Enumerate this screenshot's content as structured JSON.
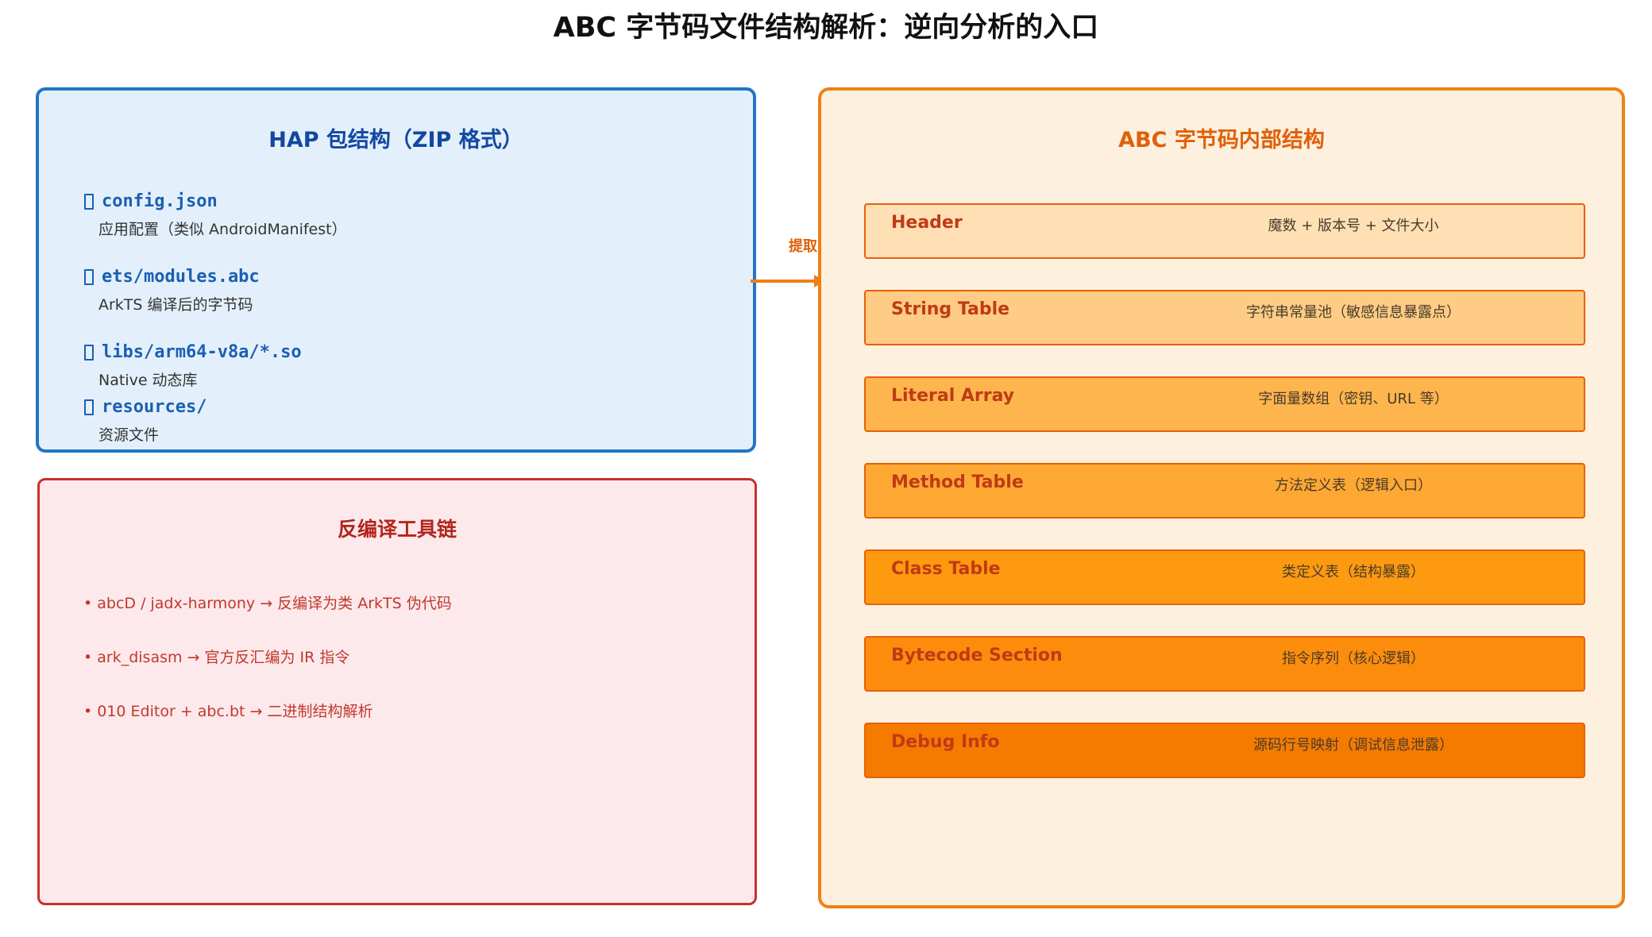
{
  "title": "ABC 字节码文件结构解析：逆向分析的入口",
  "hap": {
    "title": "HAP 包结构（ZIP 格式）",
    "items": [
      {
        "icon": "folder-icon",
        "name": "config.json",
        "desc": "应用配置（类似 AndroidManifest）"
      },
      {
        "icon": "folder-icon",
        "name": "ets/modules.abc",
        "desc": "ArkTS 编译后的字节码"
      },
      {
        "icon": "folder-icon",
        "name": "libs/arm64-v8a/*.so",
        "desc": "Native 动态库"
      },
      {
        "icon": "folder-icon",
        "name": "resources/",
        "desc": "资源文件"
      }
    ]
  },
  "arrow": {
    "label": "提取",
    "color": "#f08015"
  },
  "toolchain": {
    "title": "反编译工具链",
    "items": [
      "• abcD / jadx-harmony → 反编译为类 ArkTS 伪代码",
      "• ark_disasm → 官方反汇编为 IR 指令",
      "• 010 Editor + abc.bt → 二进制结构解析"
    ]
  },
  "abc": {
    "title": "ABC 字节码内部结构",
    "rows": [
      {
        "name": "Header",
        "desc": "魔数 + 版本号 + 文件大小",
        "color": "#fee0b4"
      },
      {
        "name": "String Table",
        "desc": "字符串常量池（敏感信息暴露点）",
        "color": "#fecc84"
      },
      {
        "name": "Literal Array",
        "desc": "字面量数组（密钥、URL 等）",
        "color": "#feb54e"
      },
      {
        "name": "Method Table",
        "desc": "方法定义表（逻辑入口）",
        "color": "#fea834"
      },
      {
        "name": "Class Table",
        "desc": "类定义表（结构暴露）",
        "color": "#fe9a10"
      },
      {
        "name": "Bytecode Section",
        "desc": "指令序列（核心逻辑）",
        "color": "#fc8d0c"
      },
      {
        "name": "Debug Info",
        "desc": "源码行号映射（调试信息泄露）",
        "color": "#f47b00"
      }
    ]
  },
  "colors": {
    "hap_border": "#2176c8",
    "hap_bg": "#e3f0fb",
    "tool_border": "#c9302c",
    "tool_bg": "#fde9ec",
    "abc_border": "#f08015",
    "abc_bg": "#fdf0de"
  }
}
